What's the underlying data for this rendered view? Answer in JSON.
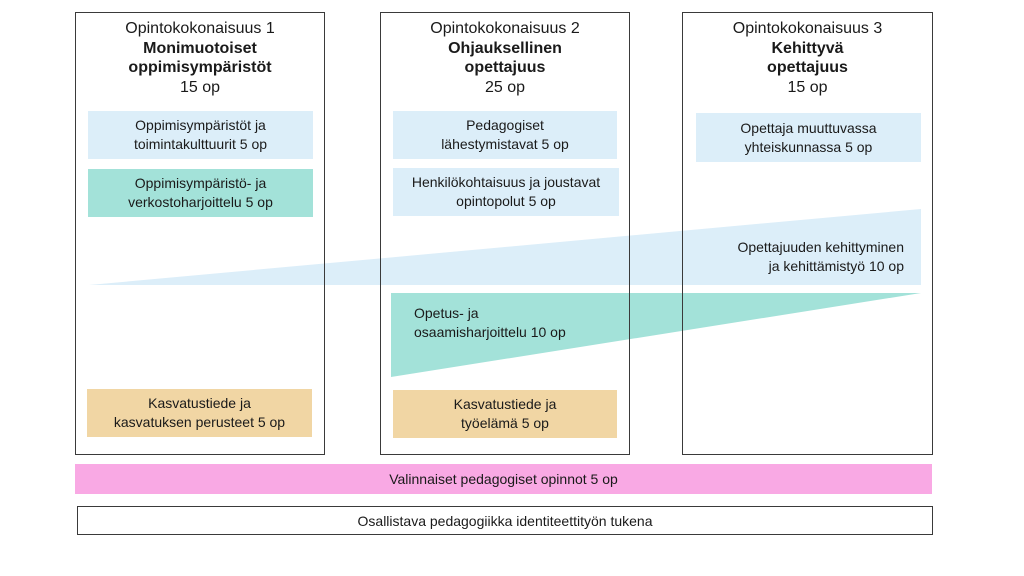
{
  "colors": {
    "light_blue": "#dceef9",
    "teal": "#a3e2d9",
    "sand": "#f1d6a4",
    "pink": "#f9a9e4",
    "border": "#3a3a3a"
  },
  "columns": [
    {
      "heading": "Opintokokonaisuus 1",
      "name_line1": "Monimuotoiset",
      "name_line2": "oppimisympäristöt",
      "credits": "15 op",
      "course_blue": "Oppimisympäristöt ja\ntoimintakulttuurit 5 op",
      "course_teal": "Oppimisympäristö- ja\nverkostoharjoittelu 5 op",
      "course_sand": "Kasvatustiede ja\nkasvatuksen perusteet 5 op"
    },
    {
      "heading": "Opintokokonaisuus 2",
      "name_line1": "Ohjauksellinen",
      "name_line2": "opettajuus",
      "credits": "25 op",
      "course_blue_1": "Pedagogiset\nlähestymistavat 5 op",
      "course_blue_2": "Henkilökohtaisuus ja joustavat\nopintopolut 5 op",
      "course_sand": "Kasvatustiede ja\ntyöelämä 5 op"
    },
    {
      "heading": "Opintokokonaisuus 3",
      "name_line1": "Kehittyvä",
      "name_line2": "opettajuus",
      "credits": "15 op",
      "course_blue": "Opettaja muuttuvassa\nyhteiskunnassa 5 op"
    }
  ],
  "spanning": {
    "development_wedge": "Opettajuuden kehittyminen\nja kehittämistyö 10 op",
    "practice_wedge": "Opetus- ja\nosaamisharjoittelu 10 op"
  },
  "bottom": {
    "electives": "Valinnaiset pedagogiset opinnot 5 op",
    "identity": "Osallistava pedagogiikka identiteettityön tukena"
  }
}
